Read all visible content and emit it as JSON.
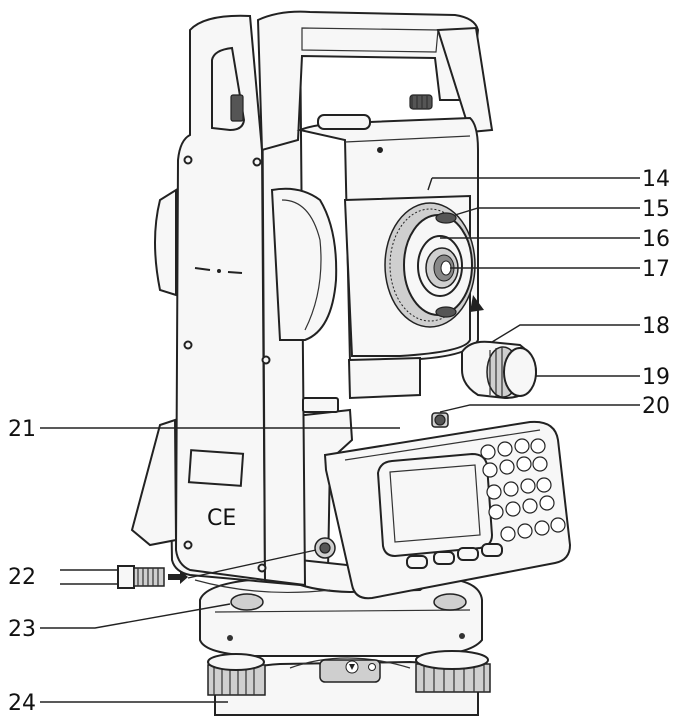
{
  "diagram": {
    "callouts": [
      {
        "id": "14",
        "label": "14"
      },
      {
        "id": "15",
        "label": "15"
      },
      {
        "id": "16",
        "label": "16"
      },
      {
        "id": "17",
        "label": "17"
      },
      {
        "id": "18",
        "label": "18"
      },
      {
        "id": "19",
        "label": "19"
      },
      {
        "id": "20",
        "label": "20"
      },
      {
        "id": "21",
        "label": "21"
      },
      {
        "id": "22",
        "label": "22"
      },
      {
        "id": "23",
        "label": "23"
      },
      {
        "id": "24",
        "label": "24"
      }
    ],
    "markings": {
      "ce_mark": "CE"
    }
  }
}
